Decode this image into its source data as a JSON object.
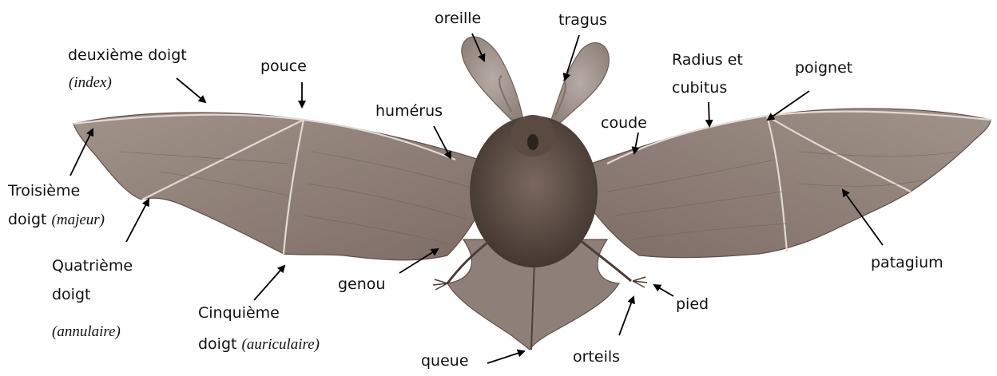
{
  "labels": {
    "oreille": "oreille",
    "tragus": "tragus",
    "deuxieme_doigt": "deuxième doigt",
    "index": "(index)",
    "pouce": "pouce",
    "radius_et": "Radius et",
    "cubitus": "cubitus",
    "poignet": "poignet",
    "humerus": "humérus",
    "coude": "coude",
    "troisieme": "Troisième",
    "doigt_majeur": "doigt",
    "majeur": "(majeur)",
    "quatrieme": "Quatrième",
    "doigt_q": "doigt",
    "annulaire": "(annulaire)",
    "cinquieme": "Cinquième",
    "doigt_c": "doigt",
    "auriculaire": "(auriculaire)",
    "patagium": "patagium",
    "genou": "genou",
    "pied": "pied",
    "queue": "queue",
    "orteils": "orteils"
  },
  "colors": {
    "membrane": "#8a7a72",
    "membrane_dark": "#6e5f58",
    "fur": "#5b4a41",
    "ear": "#a39690",
    "bone": "#d8d0c8",
    "arrow": "#000000"
  }
}
